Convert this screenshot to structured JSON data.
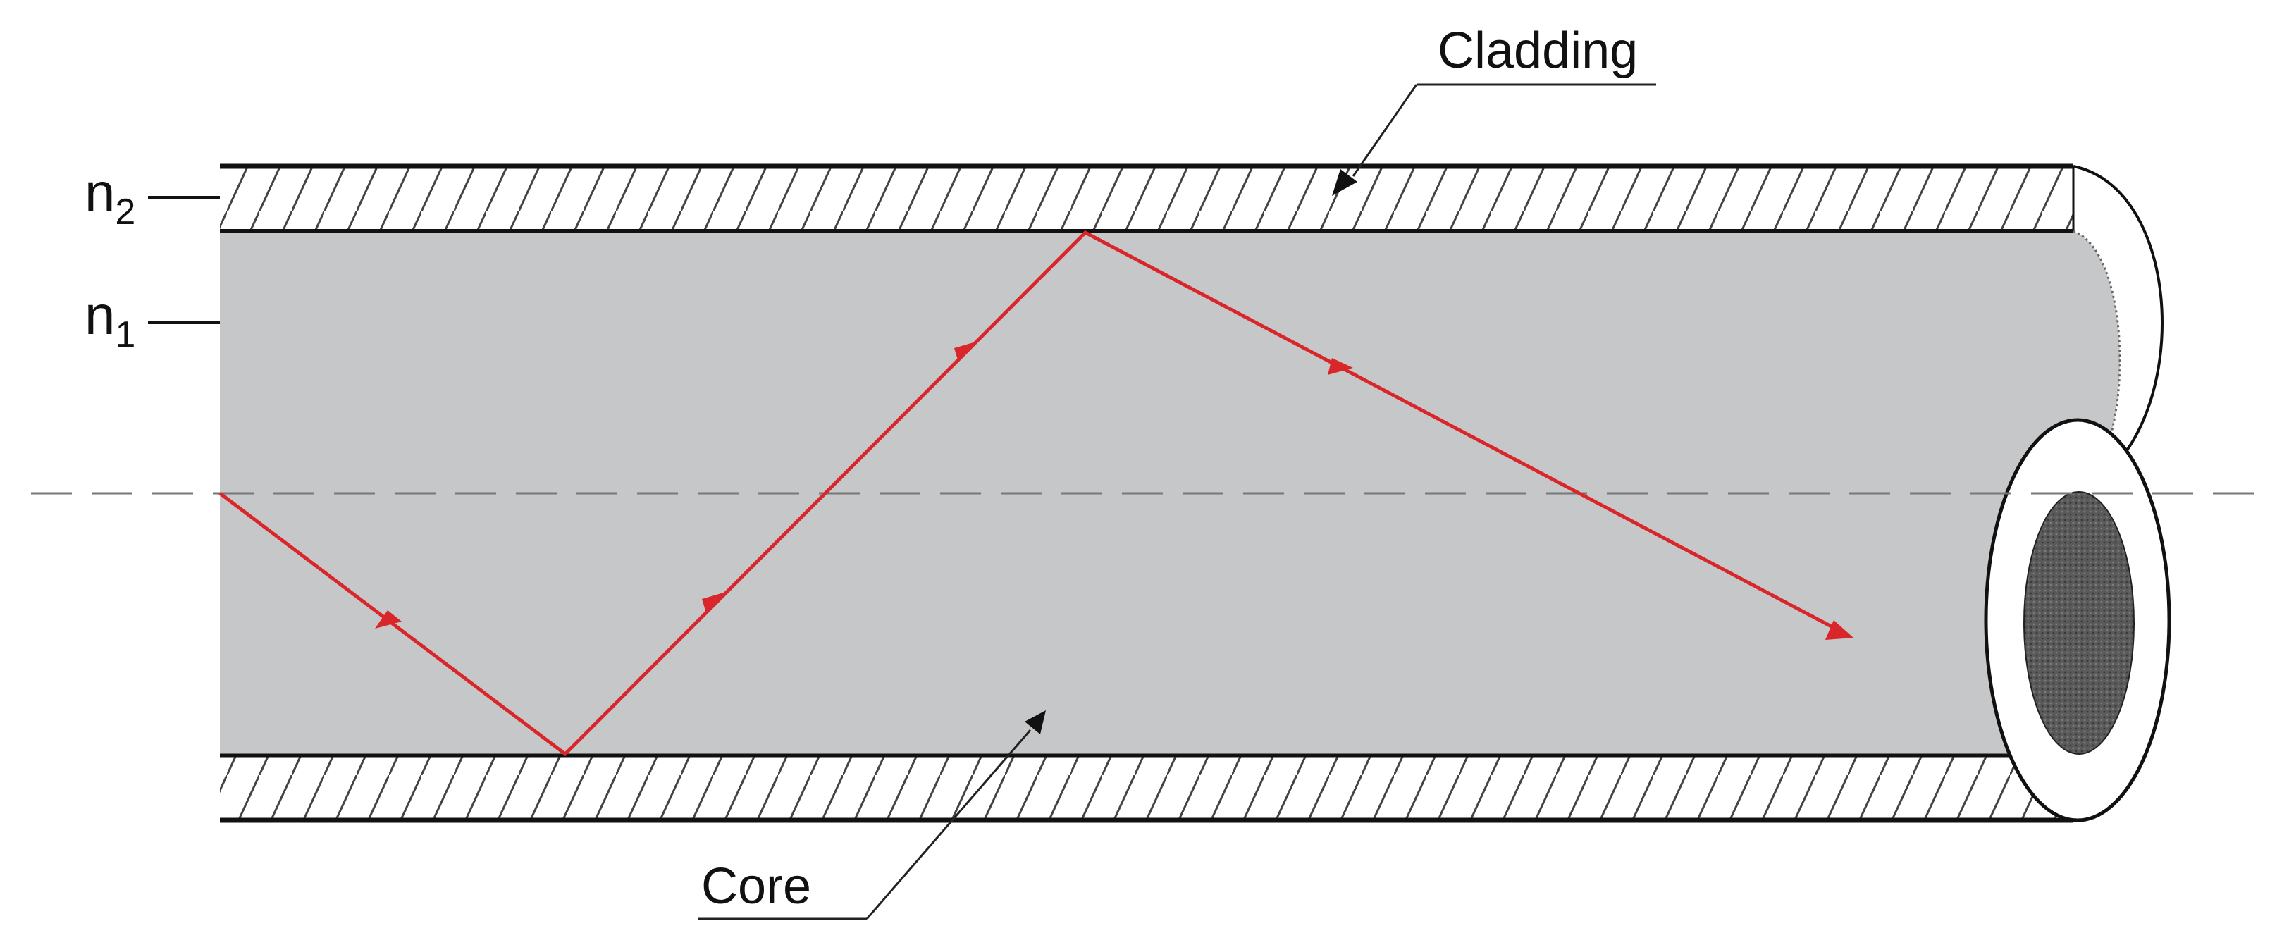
{
  "diagram": {
    "labels": {
      "cladding": "Cladding",
      "core": "Core",
      "n2_base": "n",
      "n2_sub": "2",
      "n1_base": "n",
      "n1_sub": "1"
    },
    "colors": {
      "core_fill": "#c6c7c9",
      "cladding_hatch": "#444444",
      "outline": "#111111",
      "ray": "#d9262b",
      "axis": "#777777",
      "end_core": "#5a5a5a"
    }
  }
}
